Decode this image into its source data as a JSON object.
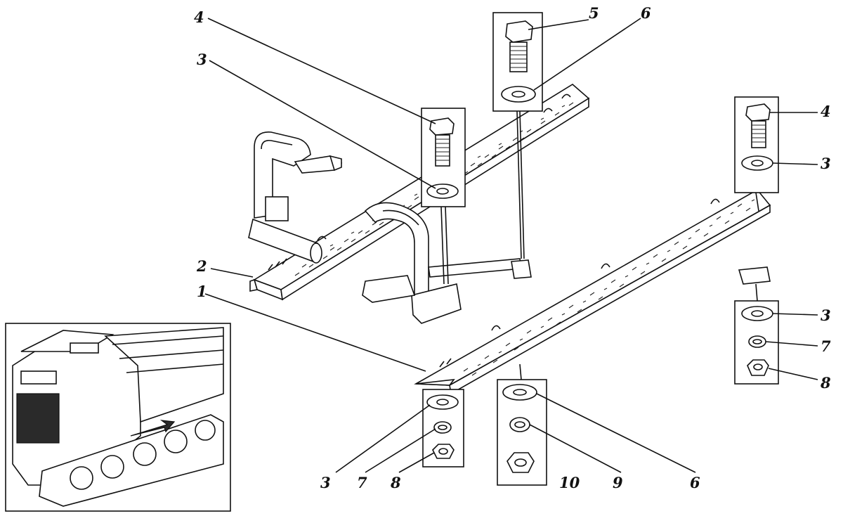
{
  "callouts": {
    "c1": "1",
    "c2": "2",
    "c3_top": "3",
    "c3_right": "3",
    "c3_right_lower": "3",
    "c3_bottom": "3",
    "c4_top": "4",
    "c4_right": "4",
    "c5": "5",
    "c6_top": "6",
    "c6_bottom": "6",
    "c7_right": "7",
    "c7_bottom": "7",
    "c8_right": "8",
    "c8_bottom": "8",
    "c9": "9",
    "c10": "10"
  },
  "colors": {
    "ink": "#111111",
    "paper": "#ffffff",
    "shading": "#2a2a2a"
  }
}
